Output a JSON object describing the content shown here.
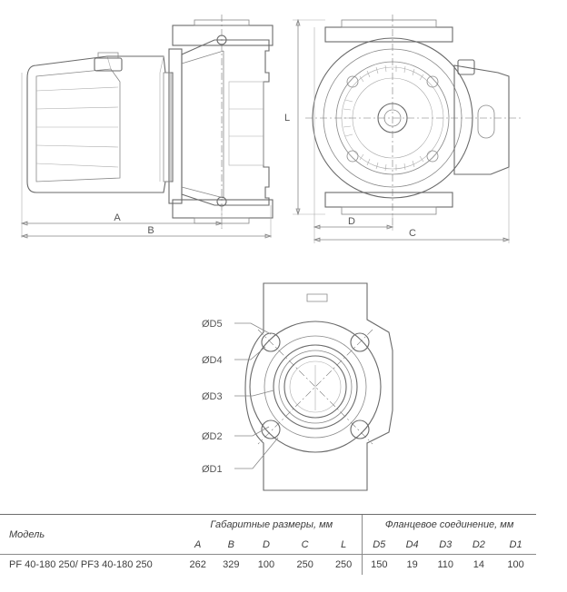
{
  "dimension_labels": {
    "A": "A",
    "B": "B",
    "D": "D",
    "C": "C",
    "L": "L",
    "D5": "ØD5",
    "D4": "ØD4",
    "D3": "ØD3",
    "D2": "ØD2",
    "D1": "ØD1"
  },
  "table": {
    "model_header": "Модель",
    "group_dims": "Габаритные размеры, мм",
    "group_flange": "Фланцевое соединение, мм",
    "columns": [
      "A",
      "B",
      "D",
      "C",
      "L",
      "D5",
      "D4",
      "D3",
      "D2",
      "D1"
    ],
    "rows": [
      {
        "model": "PF 40-180 250/ PF3 40-180 250",
        "values": [
          "262",
          "329",
          "100",
          "250",
          "250",
          "150",
          "19",
          "110",
          "14",
          "100"
        ]
      }
    ]
  }
}
